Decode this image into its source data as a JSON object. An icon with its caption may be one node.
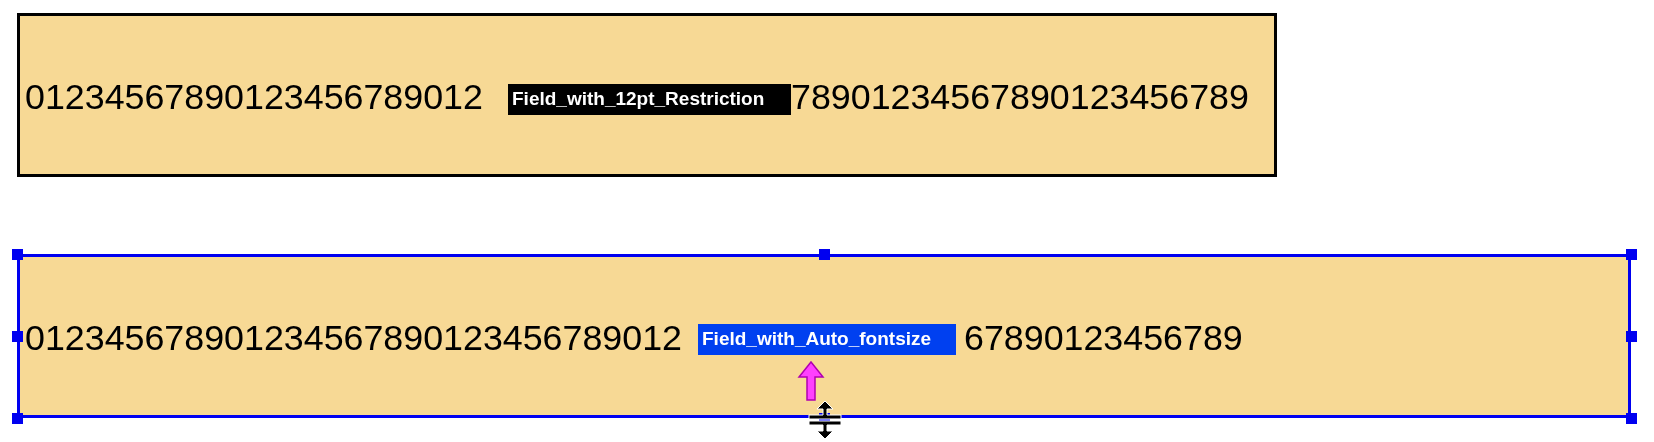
{
  "diagram": {
    "nodes": [
      {
        "text": [
          "01234567890123456789012",
          "78901234567890123456789"
        ]
      },
      {
        "text": [
          "Field_with_12pt_Restriction"
        ],
        "in": 0
      },
      {
        "text": [
          "012345678901234567890123456789012",
          "67890123456789"
        ]
      },
      {
        "text": [
          "Field_with_Auto_fontsize"
        ],
        "in": 2
      }
    ],
    "edges": []
  }
}
